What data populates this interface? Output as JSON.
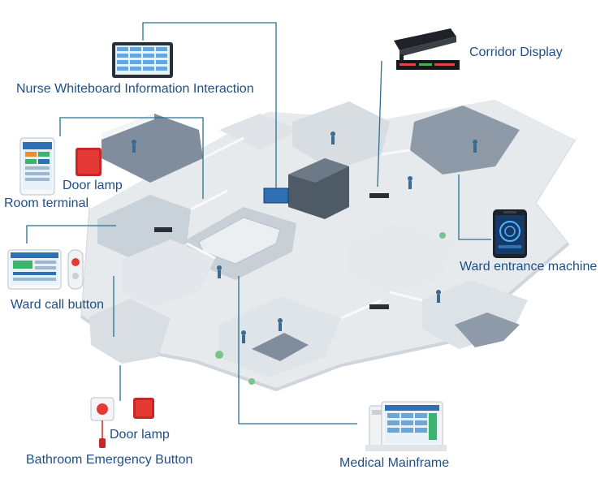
{
  "labels": {
    "nurse_whiteboard": "Nurse Whiteboard Information Interaction",
    "corridor_display": "Corridor Display",
    "door_lamp_top": "Door lamp",
    "room_terminal": "Room terminal",
    "ward_entrance_machine": "Ward entrance machine",
    "ward_call_button": "Ward call button",
    "door_lamp_bottom": "Door lamp",
    "bathroom_emergency_button": "Bathroom Emergency Button",
    "medical_mainframe": "Medical Mainframe"
  },
  "colors": {
    "label_text": "#1f4f86",
    "leader_line": "#2b6f8f",
    "floor": "#e7eaed",
    "wall": "#f4f5f6",
    "wall_shade": "#d2d7dc",
    "dark_floor": "#8a97a6",
    "door_lamp_red": "#e53935",
    "screen_blue": "#2f6fb3",
    "green_screen": "#3cb46e"
  },
  "icons": {
    "whiteboard": "whiteboard-screen-icon",
    "corridor": "corridor-led-display-icon",
    "door_lamp": "door-lamp-icon",
    "room_terminal": "room-terminal-tablet-icon",
    "entrance": "ward-entrance-machine-icon",
    "call_button": "ward-call-panel-icon",
    "bathroom": "bathroom-emergency-button-icon",
    "mainframe": "medical-mainframe-console-icon"
  }
}
